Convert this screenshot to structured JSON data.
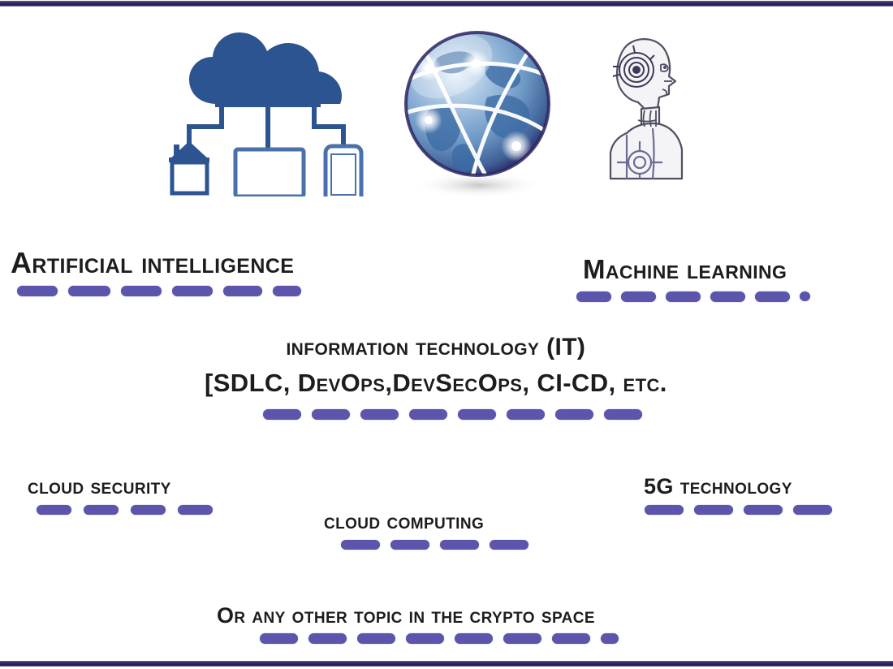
{
  "slide": {
    "background_color": "#ffffff",
    "rule_color": "#2b2257",
    "dash_color": "#5b55ab",
    "text_color": "#1d1d1d"
  },
  "icons": [
    {
      "name": "cloud-network-icon",
      "label": "cloud network with house, monitor and smartphone",
      "color": "#2c5490"
    },
    {
      "name": "globe-network-icon",
      "label": "glossy blue globe with network arcs",
      "color": "#4b79ad"
    },
    {
      "name": "robot-head-icon",
      "label": "robot head and shoulders in profile",
      "color": "#55556e"
    }
  ],
  "topics": [
    {
      "id": "ai",
      "label": "Artificial intelligence",
      "dashes": [
        {
          "width": 50
        },
        {
          "width": 52
        },
        {
          "width": 50
        },
        {
          "width": 50
        },
        {
          "width": 48
        },
        {
          "width": 35
        }
      ]
    },
    {
      "id": "ml",
      "label": "Machine learning",
      "dashes": [
        {
          "width": 43
        },
        {
          "width": 43
        },
        {
          "width": 43
        },
        {
          "width": 43
        },
        {
          "width": 43
        },
        {
          "width": 13,
          "shape": "dot"
        }
      ]
    },
    {
      "id": "it",
      "label_line1": "information technology (IT)",
      "label_line2": "[SDLC, DevOps,DevSecOps, CI-CD, etc.",
      "dashes": [
        {
          "width": 47
        },
        {
          "width": 47
        },
        {
          "width": 47
        },
        {
          "width": 47
        },
        {
          "width": 47
        },
        {
          "width": 47
        },
        {
          "width": 47
        },
        {
          "width": 47
        }
      ]
    },
    {
      "id": "cloud-security",
      "label": "cloud security",
      "dashes": [
        {
          "width": 43
        },
        {
          "width": 43
        },
        {
          "width": 43
        },
        {
          "width": 43
        }
      ]
    },
    {
      "id": "cloud-computing",
      "label": "cloud computing",
      "dashes": [
        {
          "width": 48
        },
        {
          "width": 48
        },
        {
          "width": 48
        },
        {
          "width": 48
        }
      ]
    },
    {
      "id": "5g-technology",
      "label": "5G technology",
      "dashes": [
        {
          "width": 48
        },
        {
          "width": 48
        },
        {
          "width": 48
        },
        {
          "width": 48
        }
      ]
    },
    {
      "id": "other",
      "label": "Or any other topic in the crypto space",
      "dashes": [
        {
          "width": 47
        },
        {
          "width": 47
        },
        {
          "width": 47
        },
        {
          "width": 47
        },
        {
          "width": 47
        },
        {
          "width": 47
        },
        {
          "width": 47
        },
        {
          "width": 22
        }
      ]
    }
  ]
}
